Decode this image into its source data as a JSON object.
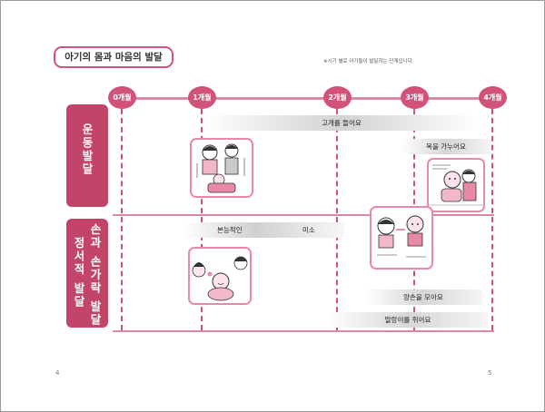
{
  "title": "아기의 몸과 마음의 발달",
  "note": "※시기 별로 아기들이 발달하는 단계입니다.",
  "months": [
    "0개월",
    "1개월",
    "2개월",
    "3개월",
    "4개월"
  ],
  "sections": {
    "motor": {
      "label": "운동발달"
    },
    "hand": {
      "label_col1": "손과 손가락 발달",
      "label_col2": "정서적 발달"
    }
  },
  "bars": {
    "head_lift": "고개를 들어요",
    "neck_control": "목을 가누어요",
    "grasp_reflex": "본능적인",
    "smile": "미소",
    "hands_together": "양손을 모아요",
    "rattle": "딸랑이를 쥐어요"
  },
  "page_numbers": {
    "left": "4",
    "right": "5"
  },
  "colors": {
    "accent": "#d2537a",
    "side": "#c24569",
    "line": "#d98aa1"
  }
}
